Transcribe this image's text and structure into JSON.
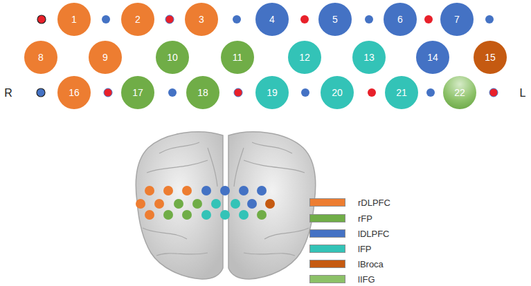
{
  "diagram": {
    "nodes": [
      {
        "text": [
          "1"
        ]
      },
      {
        "text": [
          "2"
        ]
      },
      {
        "text": [
          "3"
        ]
      },
      {
        "text": [
          "4"
        ]
      },
      {
        "text": [
          "5"
        ]
      },
      {
        "text": [
          "6"
        ]
      },
      {
        "text": [
          "7"
        ]
      },
      {
        "text": [
          "8"
        ]
      },
      {
        "text": [
          "9"
        ]
      },
      {
        "text": [
          "10"
        ]
      },
      {
        "text": [
          "11"
        ]
      },
      {
        "text": [
          "12"
        ]
      },
      {
        "text": [
          "13"
        ]
      },
      {
        "text": [
          "14"
        ]
      },
      {
        "text": [
          "15"
        ]
      },
      {
        "text": [
          "16"
        ]
      },
      {
        "text": [
          "17"
        ]
      },
      {
        "text": [
          "18"
        ]
      },
      {
        "text": [
          "19"
        ]
      },
      {
        "text": [
          "20"
        ]
      },
      {
        "text": [
          "21"
        ]
      },
      {
        "text": [
          "22"
        ]
      }
    ],
    "labels": [
      "R",
      "L"
    ],
    "legend": [
      {
        "text": "rDLPFC",
        "color": "#ED7D31"
      },
      {
        "text": "rFP",
        "color": "#70AD47"
      },
      {
        "text": "lDLPFC",
        "color": "#4472C4"
      },
      {
        "text": "lFP",
        "color": "#33C3B7"
      },
      {
        "text": "lBroca",
        "color": "#C55A11"
      },
      {
        "text": "lIFG",
        "color": "#8CC168"
      }
    ]
  }
}
